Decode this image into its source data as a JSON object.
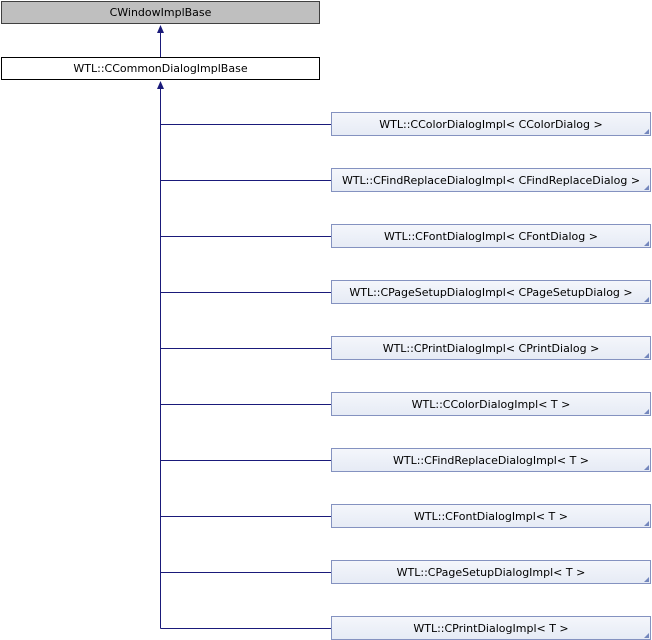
{
  "diagram": {
    "base_class": "CWindowImplBase",
    "parent_class": "WTL::CCommonDialogImplBase",
    "derived_classes": [
      "WTL::CColorDialogImpl< CColorDialog >",
      "WTL::CFindReplaceDialogImpl< CFindReplaceDialog >",
      "WTL::CFontDialogImpl< CFontDialog >",
      "WTL::CPageSetupDialogImpl< CPageSetupDialog >",
      "WTL::CPrintDialogImpl< CPrintDialog >",
      "WTL::CColorDialogImpl< T >",
      "WTL::CFindReplaceDialogImpl< T >",
      "WTL::CFontDialogImpl< T >",
      "WTL::CPageSetupDialogImpl< T >",
      "WTL::CPrintDialogImpl< T >"
    ]
  },
  "colors": {
    "edge": "#1a1a7a",
    "base_fill": "#bfbfbf",
    "child_border": "#8492c0"
  }
}
